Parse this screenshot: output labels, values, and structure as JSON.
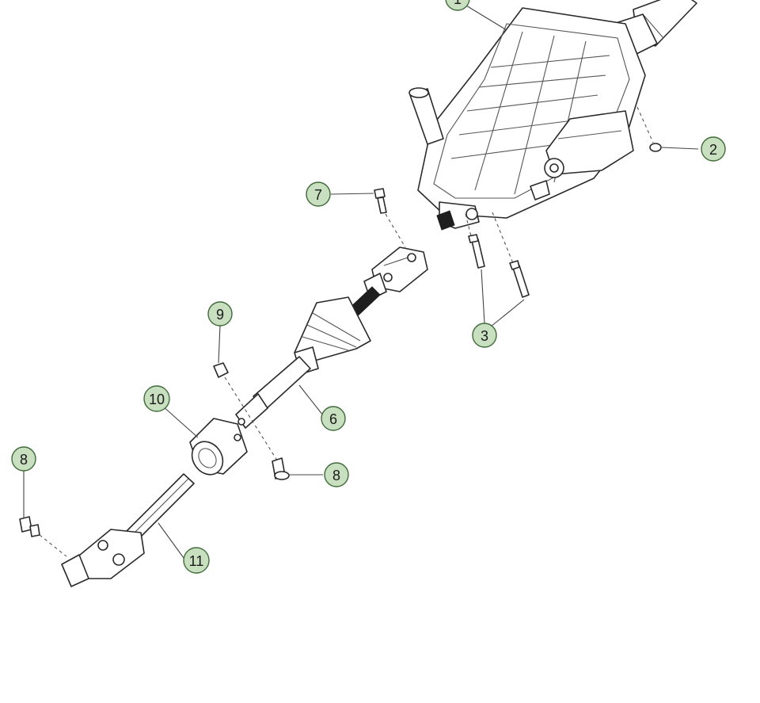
{
  "callouts": {
    "c1": "1",
    "c2": "2",
    "c3": "3",
    "c6": "6",
    "c7": "7",
    "c8a": "8",
    "c8b": "8",
    "c9": "9",
    "c10": "10",
    "c11": "11"
  },
  "colors": {
    "callout_fill": "#c8dfc0",
    "callout_stroke": "#3f6b3a",
    "line_art": "#2a2a2a"
  }
}
